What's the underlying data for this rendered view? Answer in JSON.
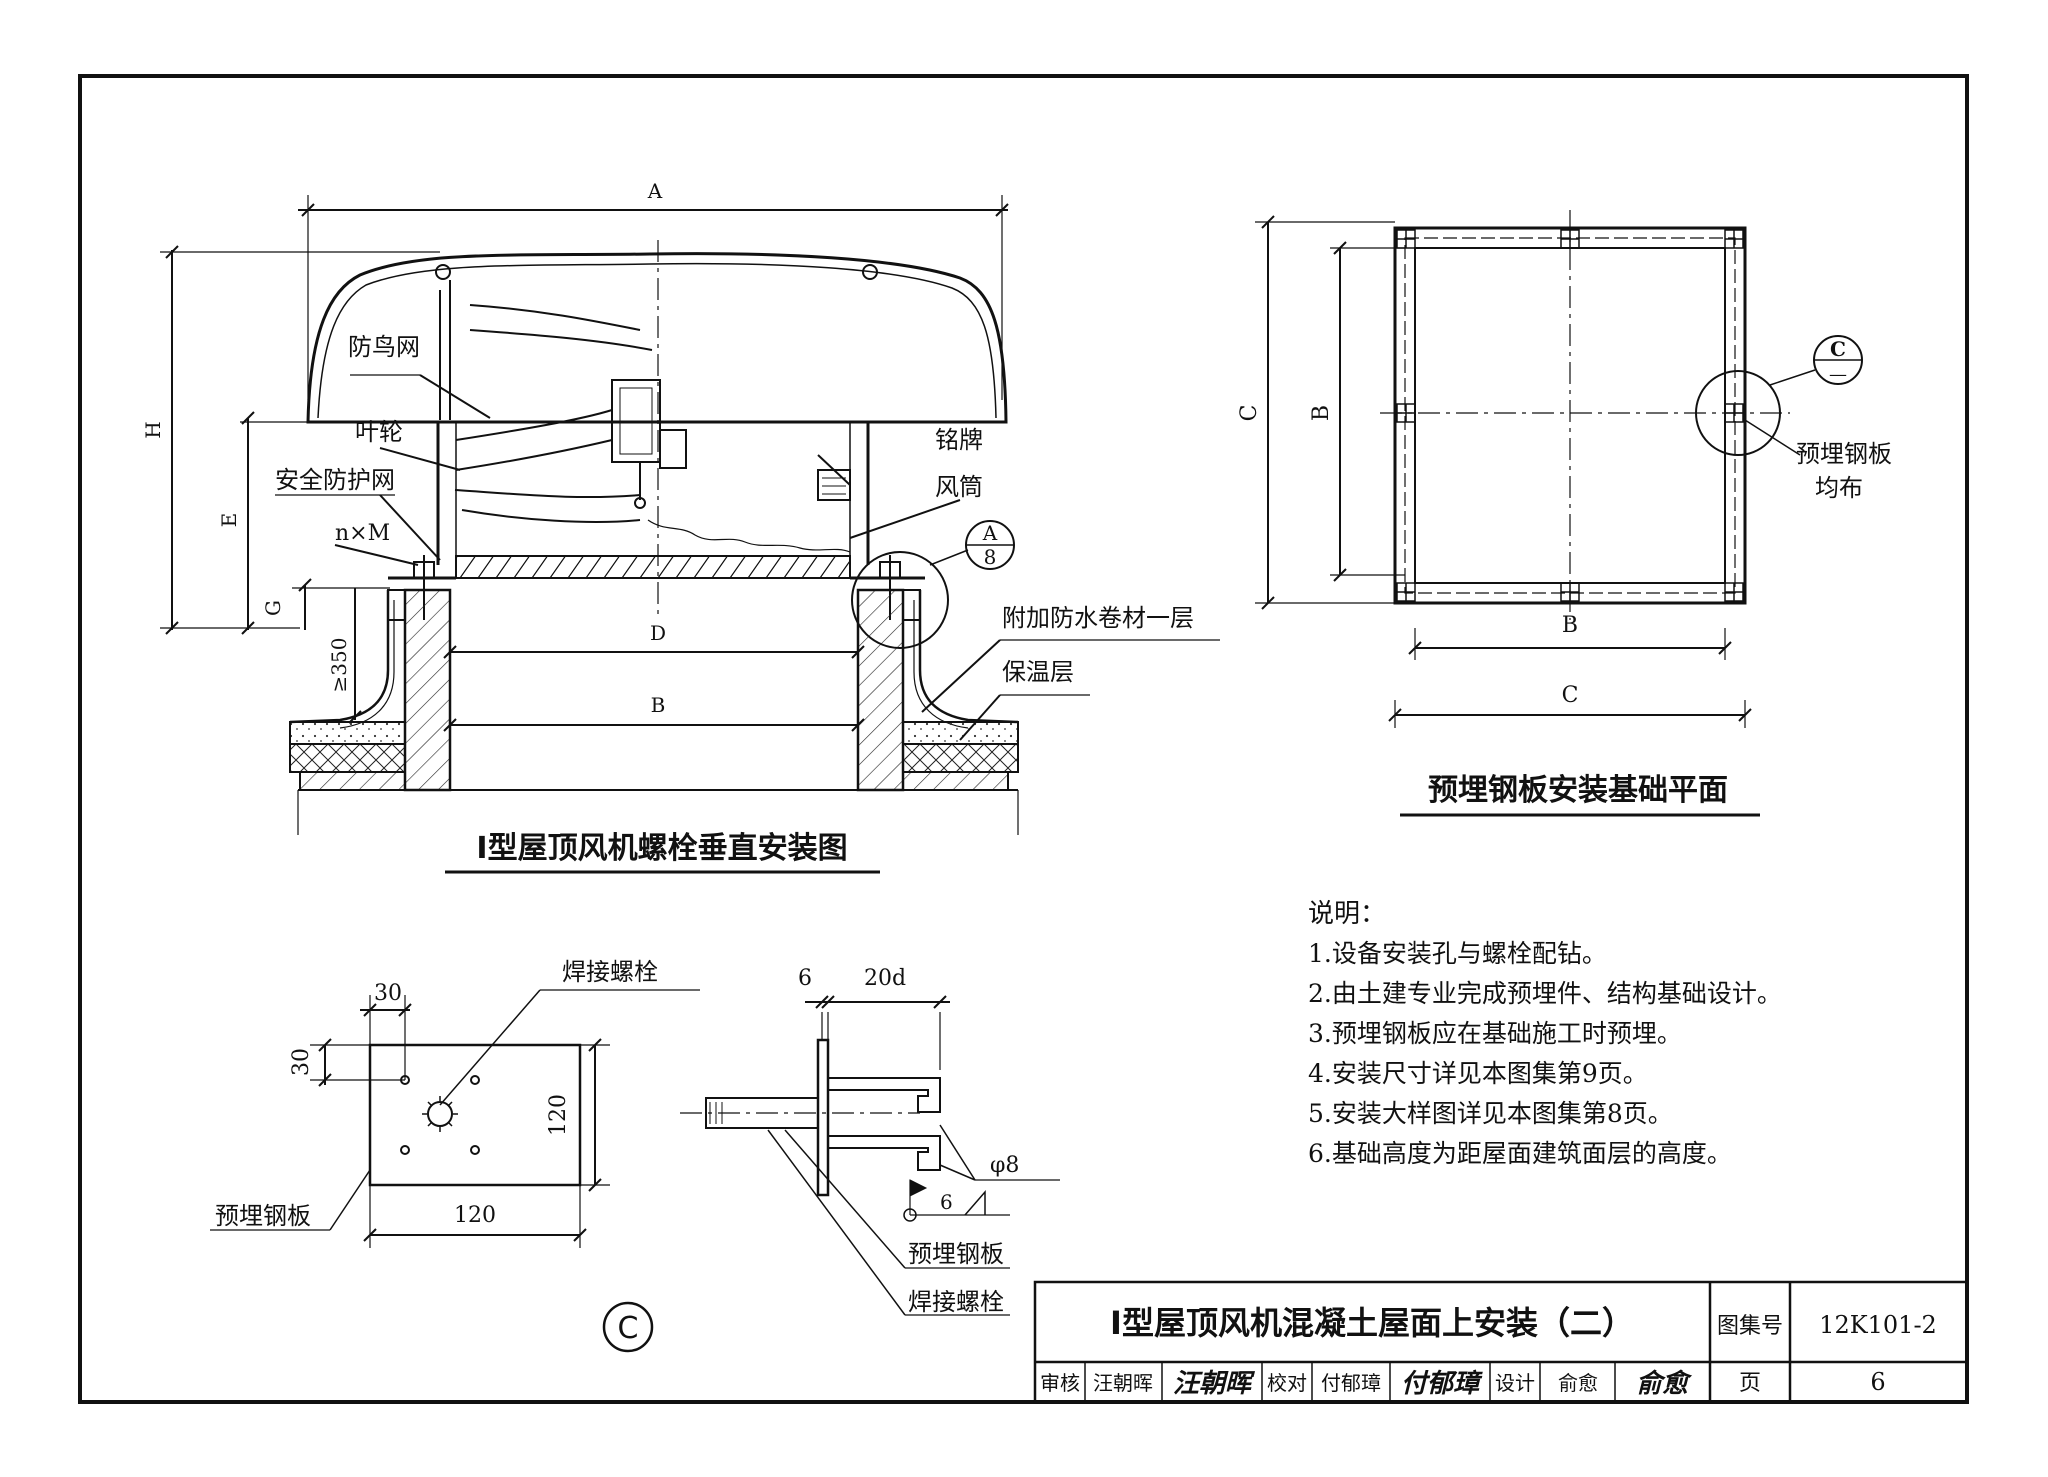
{
  "sheet": {
    "title": "I型屋顶风机混凝土屋面上安装（二）",
    "atlas_label": "图集号",
    "atlas_no": "12K101-2",
    "page_label": "页",
    "page_no": "6",
    "sign_row": [
      {
        "role": "审核",
        "name": "汪朝晖",
        "signature": "汪朝晖"
      },
      {
        "role": "校对",
        "name": "付郁璋",
        "signature": "付郁璋"
      },
      {
        "role": "设计",
        "name": "俞愈",
        "signature": "俞愈"
      }
    ]
  },
  "elevation": {
    "caption": "I型屋顶风机螺栓垂直安装图",
    "dims": {
      "A": "A",
      "H": "H",
      "E": "E",
      "G": "G",
      "D": "D",
      "B": "B",
      "min350": "≥350"
    },
    "labels": {
      "bird_net": "防鸟网",
      "impeller": "叶轮",
      "safety_net": "安全防护网",
      "bolts": "n×M",
      "nameplate": "铭牌",
      "duct": "风筒",
      "membrane": "附加防水卷材一层",
      "insulation": "保温层"
    },
    "callout": {
      "top": "A",
      "bottom": "8"
    }
  },
  "plan": {
    "caption": "预埋钢板安装基础平面",
    "dims": {
      "C_left": "C",
      "B_left": "B",
      "B_bottom": "B",
      "C_bottom": "C"
    },
    "labels": {
      "plate": "预埋钢板",
      "even": "均布"
    },
    "callout": {
      "top": "C",
      "bottom": "—"
    }
  },
  "notes": {
    "title": "说明：",
    "items": [
      "1.设备安装孔与螺栓配钻。",
      "2.由土建专业完成预埋件、结构基础设计。",
      "3.预埋钢板应在基础施工时预埋。",
      "4.安装尺寸详见本图集第9页。",
      "5.安装大样图详见本图集第8页。",
      "6.基础高度为距屋面建筑面层的高度。"
    ]
  },
  "detail": {
    "mark": "C",
    "plate_plan": {
      "dim_30_top": "30",
      "dim_30_left": "30",
      "dim_120_right": "120",
      "dim_120_bottom": "120",
      "label_weld_bolt": "焊接螺栓",
      "label_plate": "预埋钢板"
    },
    "section": {
      "dim_6": "6",
      "dim_20d": "20d",
      "phi8": "φ8",
      "weld": "6",
      "label_plate": "预埋钢板",
      "label_weld_bolt": "焊接螺栓"
    }
  }
}
